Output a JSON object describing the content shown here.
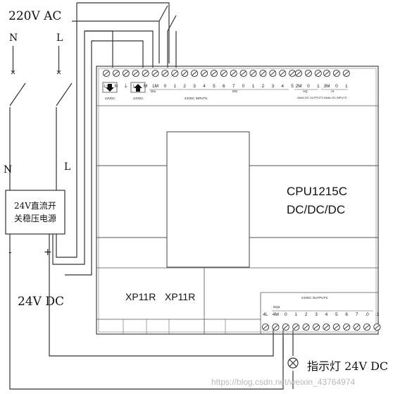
{
  "supply": {
    "voltage_label": "220V AC",
    "line_n": "N",
    "line_l": "L",
    "wire_n": "N",
    "wire_l": "L"
  },
  "power_supply": {
    "name_line1": "24V直流开",
    "name_line2": "关稳压电源",
    "minus": "-",
    "plus": "+",
    "output_label": "24V DC"
  },
  "plc": {
    "model": "CPU1215C",
    "variant": "DC/DC/DC",
    "module_left": "XP11R",
    "module_right": "XP11R",
    "top_left_header": [
      "L+",
      "N",
      "⏚",
      "L+",
      "M",
      "1M",
      "0",
      "1",
      "2",
      "3",
      "4",
      "5",
      "6",
      "7",
      "0",
      "1",
      "2",
      "3",
      "4",
      "5"
    ],
    "dc_label_a": "24VDC",
    "dc_label_b": "24VDC",
    "di_label": "24VDC INPUTS",
    "di_sub": "DIa",
    "di_sub2": "DIb",
    "aq_header": [
      "2M",
      "0",
      "1"
    ],
    "aq_label": "AQ",
    "aq_sub": "ANALOG OUTPUTS",
    "ai_header": [
      "3M",
      "0",
      "1"
    ],
    "ai_label": "AI",
    "ai_sub": "ANALOG INPUTS",
    "dq_label": "24VDC OUTPUTS",
    "dq_sub": "DQa",
    "dq_header": [
      "4L",
      "4M",
      "0",
      "1",
      "2",
      "3",
      "4",
      "5",
      "6",
      "7",
      ".0",
      ".1"
    ]
  },
  "lamp": {
    "label": "指示灯 24V DC"
  },
  "watermark": "https://blog.csdn.net/weixin_43764974"
}
